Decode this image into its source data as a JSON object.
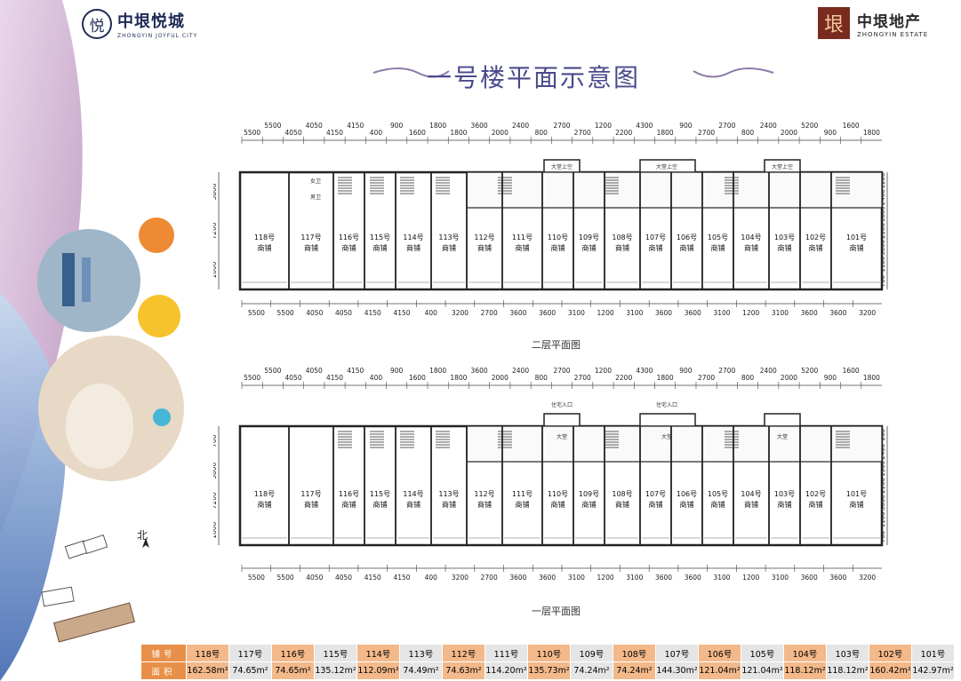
{
  "brand_left": {
    "cn": "中垠悦城",
    "en": "ZHONGYIN JOYFUL CITY",
    "icon": "yue-logo-icon"
  },
  "brand_right": {
    "cn": "中垠地产",
    "en": "ZHONGYIN ESTATE",
    "icon": "zhongyin-logo-icon"
  },
  "title": "一号楼平面示意图",
  "north": "北",
  "plans": [
    {
      "caption": "二层平面图",
      "top_dims": [
        "5500",
        "5500",
        "4050",
        "4050",
        "4150",
        "4150",
        "400",
        "900",
        "1600",
        "1800",
        "1800",
        "3600",
        "2000",
        "2400",
        "800",
        "2700",
        "2700",
        "1200",
        "2200",
        "4300",
        "1800",
        "900",
        "2700",
        "2700",
        "800",
        "2400",
        "2000",
        "5200",
        "900",
        "1600",
        "1800"
      ],
      "bottom_dims": [
        "5500",
        "5500",
        "4050",
        "4050",
        "4150",
        "4150",
        "400",
        "3200",
        "2700",
        "3600",
        "3600",
        "3100",
        "1200",
        "3100",
        "3600",
        "3600",
        "3100",
        "1200",
        "3100",
        "3600",
        "3600",
        "3200"
      ],
      "left_dims": [
        "5800",
        "7200",
        "1000"
      ],
      "right_dims": [
        "1200",
        "2400",
        "1800",
        "2100",
        "3600",
        "1100",
        "700"
      ],
      "units": [
        {
          "no": "118号",
          "use": "商铺"
        },
        {
          "no": "117号",
          "use": "商铺"
        },
        {
          "no": "116号",
          "use": "商铺"
        },
        {
          "no": "115号",
          "use": "商铺"
        },
        {
          "no": "114号",
          "use": "商铺"
        },
        {
          "no": "113号",
          "use": "商铺"
        },
        {
          "no": "112号",
          "use": "商铺"
        },
        {
          "no": "111号",
          "use": "商铺"
        },
        {
          "no": "110号",
          "use": "商铺"
        },
        {
          "no": "109号",
          "use": "商铺"
        },
        {
          "no": "108号",
          "use": "商铺"
        },
        {
          "no": "107号",
          "use": "商铺"
        },
        {
          "no": "106号",
          "use": "商铺"
        },
        {
          "no": "105号",
          "use": "商铺"
        },
        {
          "no": "104号",
          "use": "商铺"
        },
        {
          "no": "103号",
          "use": "商铺"
        },
        {
          "no": "102号",
          "use": "商铺"
        },
        {
          "no": "101号",
          "use": "商铺"
        }
      ],
      "notes": [
        "大堂上空",
        "大堂上空",
        "大堂上空",
        "女卫",
        "男卫"
      ]
    },
    {
      "caption": "一层平面图",
      "top_dims": [
        "5500",
        "5500",
        "4050",
        "4050",
        "4150",
        "4150",
        "400",
        "900",
        "1600",
        "1800",
        "1800",
        "3600",
        "2000",
        "2400",
        "800",
        "2700",
        "2700",
        "1200",
        "2200",
        "4300",
        "1800",
        "900",
        "2700",
        "2700",
        "800",
        "2400",
        "2000",
        "5200",
        "900",
        "1600",
        "1800"
      ],
      "bottom_dims": [
        "5500",
        "5500",
        "4050",
        "4050",
        "4150",
        "4150",
        "400",
        "3200",
        "2700",
        "3600",
        "3600",
        "3100",
        "1200",
        "3100",
        "3600",
        "3600",
        "3100",
        "1200",
        "3100",
        "3600",
        "3600",
        "3200"
      ],
      "left_dims": [
        "700",
        "5800",
        "7200",
        "1000"
      ],
      "right_dims": [
        "200",
        "2400",
        "1500",
        "2100",
        "3600",
        "1100",
        "700"
      ],
      "units": [
        {
          "no": "118号",
          "use": "商铺"
        },
        {
          "no": "117号",
          "use": "商铺"
        },
        {
          "no": "116号",
          "use": "商铺"
        },
        {
          "no": "115号",
          "use": "商铺"
        },
        {
          "no": "114号",
          "use": "商铺"
        },
        {
          "no": "113号",
          "use": "商铺"
        },
        {
          "no": "112号",
          "use": "商铺"
        },
        {
          "no": "111号",
          "use": "商铺"
        },
        {
          "no": "110号",
          "use": "商铺"
        },
        {
          "no": "109号",
          "use": "商铺"
        },
        {
          "no": "108号",
          "use": "商铺"
        },
        {
          "no": "107号",
          "use": "商铺"
        },
        {
          "no": "106号",
          "use": "商铺"
        },
        {
          "no": "105号",
          "use": "商铺"
        },
        {
          "no": "104号",
          "use": "商铺"
        },
        {
          "no": "103号",
          "use": "商铺"
        },
        {
          "no": "102号",
          "use": "商铺"
        },
        {
          "no": "101号",
          "use": "商铺"
        }
      ],
      "notes": [
        "住宅入口",
        "住宅入口",
        "大堂",
        "大堂",
        "大堂"
      ]
    }
  ],
  "table": {
    "row1_label": "铺号",
    "row2_label": "面积",
    "units": [
      {
        "no": "118号",
        "area": "162.58m²"
      },
      {
        "no": "117号",
        "area": "74.65m²"
      },
      {
        "no": "116号",
        "area": "74.65m²"
      },
      {
        "no": "115号",
        "area": "135.12m²"
      },
      {
        "no": "114号",
        "area": "112.09m²"
      },
      {
        "no": "113号",
        "area": "74.49m²"
      },
      {
        "no": "112号",
        "area": "74.63m²"
      },
      {
        "no": "111号",
        "area": "114.20m²"
      },
      {
        "no": "110号",
        "area": "135.73m²"
      },
      {
        "no": "109号",
        "area": "74.24m²"
      },
      {
        "no": "108号",
        "area": "74.24m²"
      },
      {
        "no": "107号",
        "area": "144.30m²"
      },
      {
        "no": "106号",
        "area": "121.04m²"
      },
      {
        "no": "105号",
        "area": "121.04m²"
      },
      {
        "no": "104号",
        "area": "118.12m²"
      },
      {
        "no": "103号",
        "area": "118.12m²"
      },
      {
        "no": "102号",
        "area": "160.42m²"
      },
      {
        "no": "101号",
        "area": "142.97m²"
      }
    ]
  },
  "colors": {
    "title": "#4a4a8c",
    "accent": "#e8904a",
    "accent_light": "#f3b98a",
    "grey": "#e5e5e5",
    "wall": "#333333"
  }
}
